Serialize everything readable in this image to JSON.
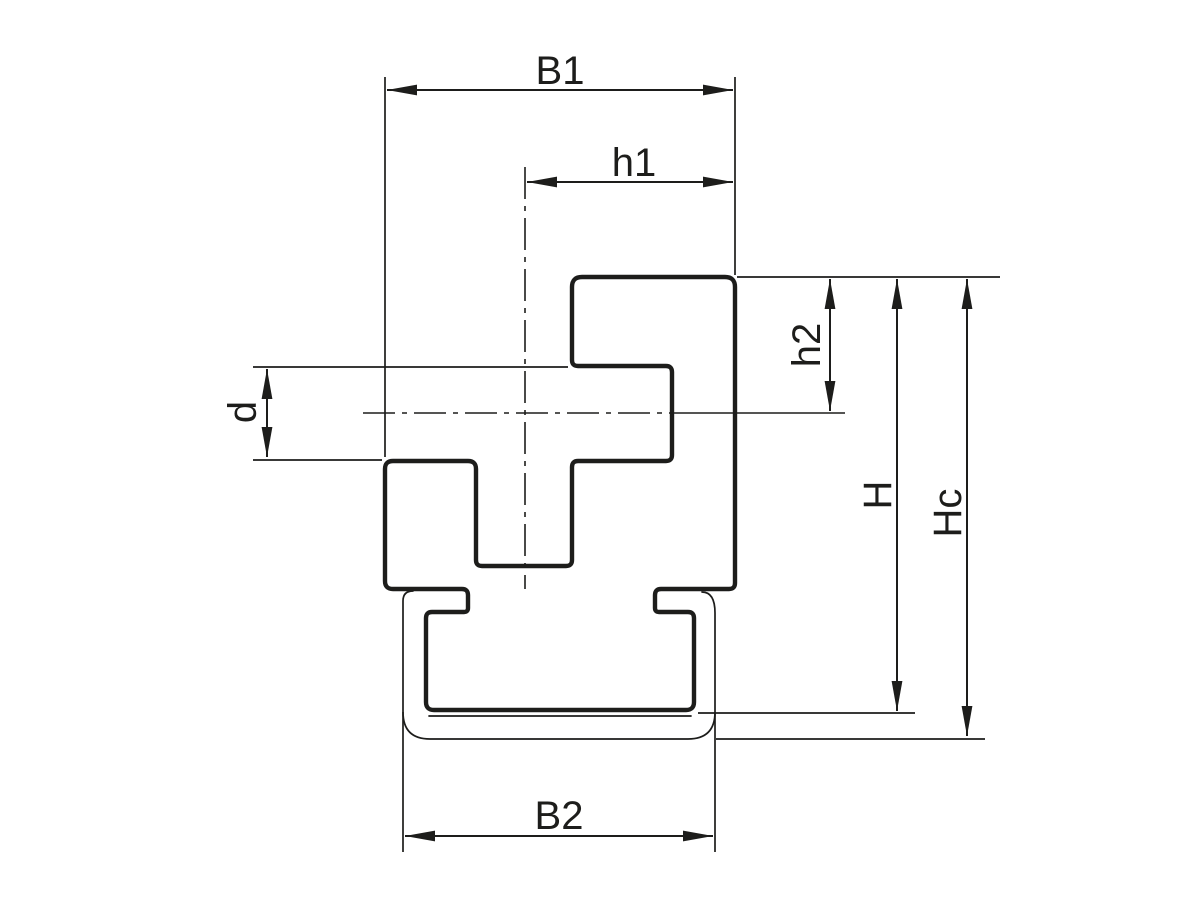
{
  "drawing": {
    "kind": "profile-cross-section",
    "colors": {
      "background": "#ffffff",
      "line": "#1d1d1b"
    },
    "dims": {
      "B1": "B1",
      "h1": "h1",
      "h2": "h2",
      "d": "d",
      "H": "H",
      "Hc": "Hc",
      "B2": "B2"
    }
  }
}
